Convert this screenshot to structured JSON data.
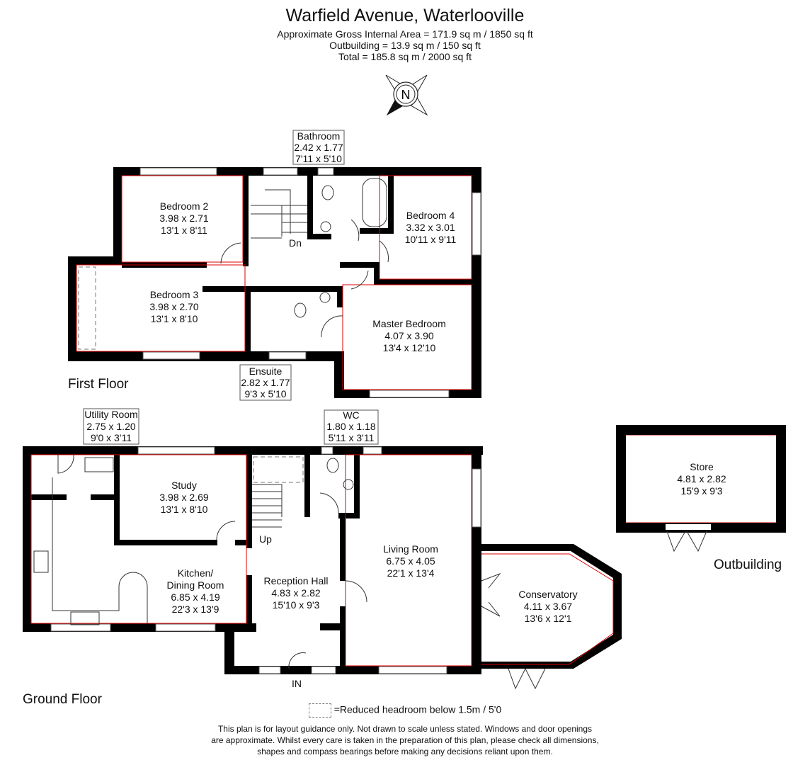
{
  "header": {
    "title": "Warfield Avenue, Waterlooville",
    "gross_internal_area": "Approximate Gross Internal Area = 171.9 sq m / 1850 sq ft",
    "outbuilding_area": "Outbuilding = 13.9 sq m / 150 sq ft",
    "total_area": "Total = 185.8 sq m / 2000 sq ft"
  },
  "compass": {
    "label": "N",
    "icon": "compass-north-icon"
  },
  "floors": {
    "first": {
      "label": "First Floor",
      "rooms": [
        {
          "name": "Bedroom 2",
          "metric": "3.98 x 2.71",
          "imperial": "13'1 x 8'11"
        },
        {
          "name": "Bedroom 3",
          "metric": "3.98 x 2.70",
          "imperial": "13'1 x 8'10"
        },
        {
          "name": "Bathroom",
          "metric": "2.42 x 1.77",
          "imperial": "7'11 x 5'10"
        },
        {
          "name": "Bedroom 4",
          "metric": "3.32 x 3.01",
          "imperial": "10'11 x 9'11"
        },
        {
          "name": "Master Bedroom",
          "metric": "4.07 x 3.90",
          "imperial": "13'4 x 12'10"
        },
        {
          "name": "Ensuite",
          "metric": "2.82 x 1.77",
          "imperial": "9'3 x 5'10"
        }
      ],
      "stairs_label": "Dn"
    },
    "ground": {
      "label": "Ground Floor",
      "rooms": [
        {
          "name": "Utility Room",
          "metric": "2.75 x 1.20",
          "imperial": "9'0 x 3'11"
        },
        {
          "name": "Study",
          "metric": "3.98 x 2.69",
          "imperial": "13'1 x 8'10"
        },
        {
          "name": "WC",
          "metric": "1.80 x 1.18",
          "imperial": "5'11 x 3'11"
        },
        {
          "name": "Kitchen/",
          "name2": "Dining Room",
          "metric": "6.85 x 4.19",
          "imperial": "22'3 x 13'9"
        },
        {
          "name": "Reception Hall",
          "metric": "4.83 x 2.82",
          "imperial": "15'10 x 9'3"
        },
        {
          "name": "Living Room",
          "metric": "6.75 x 4.05",
          "imperial": "22'1 x 13'4"
        },
        {
          "name": "Conservatory",
          "metric": "4.11 x 3.67",
          "imperial": "13'6 x 12'1"
        }
      ],
      "stairs_label": "Up",
      "entrance_label": "IN"
    },
    "outbuilding": {
      "label": "Outbuilding",
      "rooms": [
        {
          "name": "Store",
          "metric": "4.81 x 2.82",
          "imperial": "15'9 x 9'3"
        }
      ]
    }
  },
  "legend": {
    "reduced_headroom": "=Reduced headroom below 1.5m / 5'0"
  },
  "disclaimer": [
    "This plan is for layout guidance only. Not drawn to scale unless stated. Windows and door openings",
    "are approximate. Whilst every care is taken in the preparation of this plan, please check all dimensions,",
    "shapes and compass bearings before making any decisions reliant upon them."
  ],
  "colors": {
    "wall": "#000000",
    "inner_outline": "#dd0000"
  }
}
